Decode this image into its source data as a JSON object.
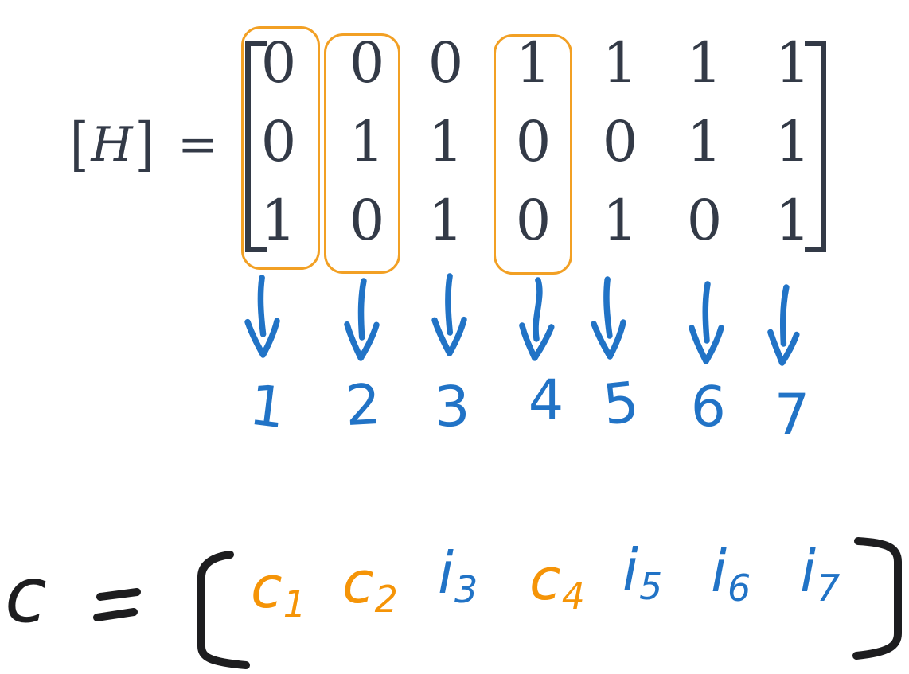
{
  "palette": {
    "background": "#ffffff",
    "ink": "#333a47",
    "orange": "#f59407",
    "orange_box": "#f2a024",
    "blue": "#2173c6",
    "black": "#1d1d1f"
  },
  "h_matrix": {
    "label_open": "[",
    "label_letter": "H",
    "label_close": "]",
    "equals": "=",
    "rows": [
      [
        "0",
        "0",
        "0",
        "1",
        "1",
        "1",
        "1"
      ],
      [
        "0",
        "1",
        "1",
        "0",
        "0",
        "1",
        "1"
      ],
      [
        "1",
        "0",
        "1",
        "0",
        "1",
        "0",
        "1"
      ]
    ],
    "highlighted_columns": [
      1,
      2,
      4
    ]
  },
  "column_labels": [
    "1",
    "2",
    "3",
    "4",
    "5",
    "6",
    "7"
  ],
  "codeword": {
    "lhs": "c",
    "equals": "=",
    "open_bracket": "[",
    "close_bracket": "]",
    "elements": [
      {
        "base": "c",
        "sub": "1",
        "color": "orange"
      },
      {
        "base": "c",
        "sub": "2",
        "color": "orange"
      },
      {
        "base": "i",
        "sub": "3",
        "color": "blue"
      },
      {
        "base": "c",
        "sub": "4",
        "color": "orange"
      },
      {
        "base": "i",
        "sub": "5",
        "color": "blue"
      },
      {
        "base": "i",
        "sub": "6",
        "color": "blue"
      },
      {
        "base": "i",
        "sub": "7",
        "color": "blue"
      }
    ]
  }
}
